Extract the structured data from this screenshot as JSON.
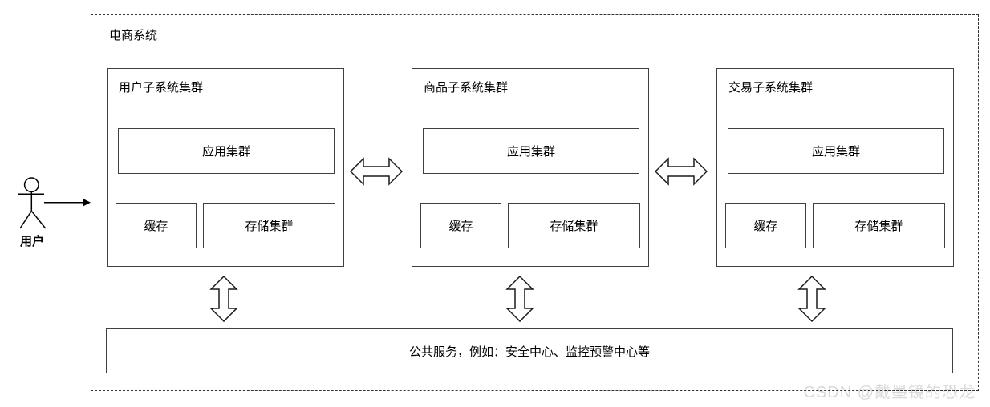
{
  "diagram": {
    "system_label": "电商系统",
    "actor": {
      "label": "用户"
    },
    "subsystems": [
      {
        "title": "用户子系统集群",
        "app": "应用集群",
        "cache": "缓存",
        "storage": "存储集群"
      },
      {
        "title": "商品子系统集群",
        "app": "应用集群",
        "cache": "缓存",
        "storage": "存储集群"
      },
      {
        "title": "交易子系统集群",
        "app": "应用集群",
        "cache": "缓存",
        "storage": "存储集群"
      }
    ],
    "shared_services_label": "公共服务，例如：安全中心、监控预警中心等",
    "watermark": "CSDN @戴墨镜的恐龙",
    "colors": {
      "line": "#333333",
      "text": "#000000",
      "watermark": "#d9d9d9",
      "background": "#ffffff"
    }
  }
}
